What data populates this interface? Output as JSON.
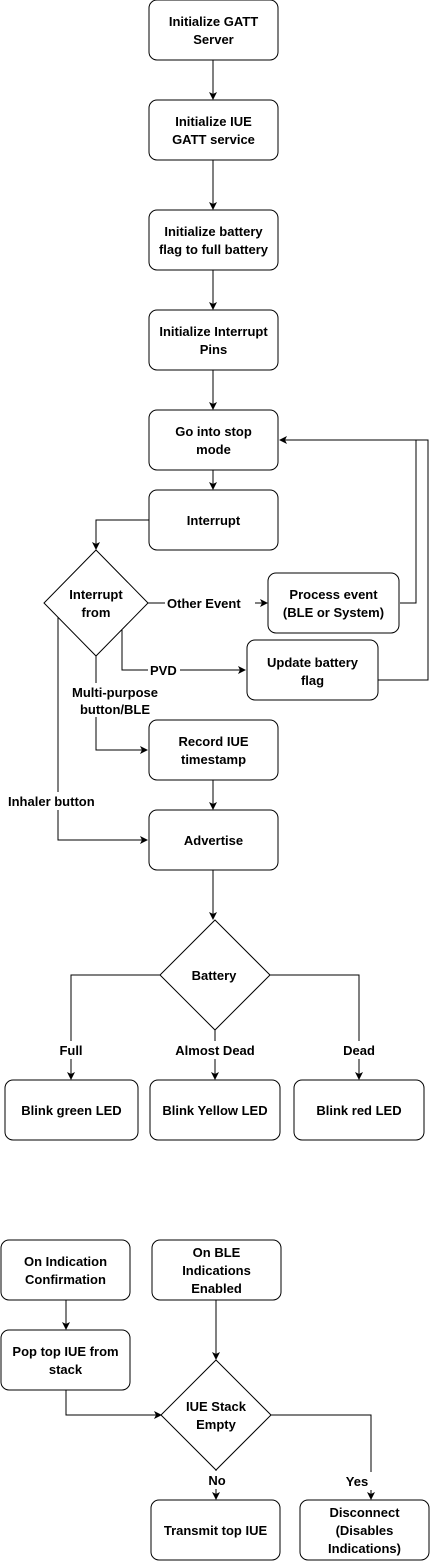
{
  "nodes": {
    "init_gatt": [
      "Initialize GATT",
      "Server"
    ],
    "init_iue": [
      "Initialize IUE",
      "GATT service"
    ],
    "init_battery": [
      "Initialize battery",
      "flag to full battery"
    ],
    "init_interrupt": [
      "Initialize Interrupt",
      "Pins"
    ],
    "stop_mode": [
      "Go into stop",
      "mode"
    ],
    "interrupt": [
      "Interrupt"
    ],
    "interrupt_from": [
      "Interrupt",
      "from"
    ],
    "process_event": [
      "Process event",
      "(BLE or System)"
    ],
    "update_battery": [
      "Update battery",
      "flag"
    ],
    "record_iue": [
      "Record IUE",
      "timestamp"
    ],
    "advertise": [
      "Advertise"
    ],
    "battery": [
      "Battery"
    ],
    "blink_green": [
      "Blink green LED"
    ],
    "blink_yellow": [
      "Blink Yellow LED"
    ],
    "blink_red": [
      "Blink red LED"
    ],
    "on_indication": [
      "On Indication",
      "Confirmation"
    ],
    "on_ble": [
      "On BLE",
      "Indications",
      "Enabled"
    ],
    "pop_iue": [
      "Pop top IUE from",
      "stack"
    ],
    "stack_empty": [
      "IUE Stack",
      "Empty"
    ],
    "transmit": [
      "Transmit top IUE"
    ],
    "disconnect": [
      "Disconnect",
      "(Disables",
      "Indications)"
    ]
  },
  "edge_labels": {
    "other_event": "Other Event",
    "pvd": "PVD",
    "multi_purpose": [
      "Multi-purpose",
      "button/BLE"
    ],
    "inhaler": "Inhaler button",
    "full": "Full",
    "almost_dead": "Almost Dead",
    "dead": "Dead",
    "no": "No",
    "yes": "Yes"
  }
}
